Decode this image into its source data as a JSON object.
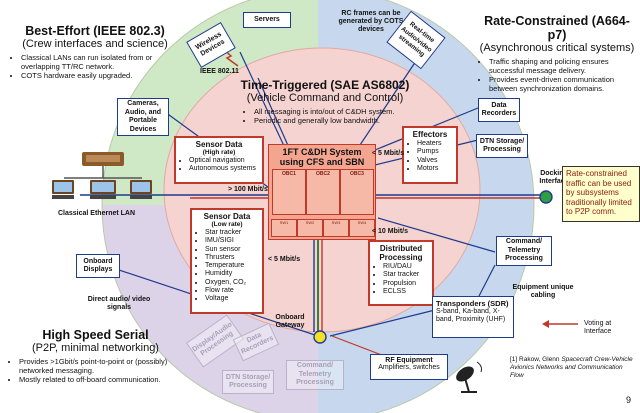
{
  "best_effort": {
    "title": "Best-Effort (IEEE 802.3)",
    "subtitle": "(Crew interfaces and science)",
    "bullets": [
      "Classical LANs can run isolated from or overlapping TT/RC network.",
      "COTS hardware easily upgraded."
    ]
  },
  "rate_constrained": {
    "title": "Rate-Constrained (A664-p7)",
    "subtitle": "(Asynchronous critical systems)",
    "bullets": [
      "Traffic shaping and policing ensures successful message delivery.",
      "Provides event-driven communication between synchronization domains."
    ]
  },
  "high_speed": {
    "title": "High Speed Serial",
    "subtitle": "(P2P, minimal networking)",
    "bullets": [
      "Provides >1Gbit/s point-to-point or (possibly) networked messaging.",
      "Mostly related to off-board communication."
    ]
  },
  "time_triggered": {
    "title": "Time-Triggered (SAE AS6802)",
    "subtitle": "(Vehicle Command and Control)",
    "bullets": [
      "All messaging is into/out of  C&DH system.",
      "Periodic and generally low bandwidth."
    ]
  },
  "top_notes": {
    "rc_frames": "RC frames can be generated by COTS devices",
    "ieee_80211": "IEEE 802.11"
  },
  "boxes": {
    "wireless": "Wireless Devices",
    "servers": "Servers",
    "realtime": "Real-time Audio/video streaming",
    "cameras": "Cameras, Audio, and Portable Devices",
    "data_recorders": "Data Recorders",
    "dtn_storage": "DTN Storage/ Processing",
    "cmd_telemetry": "Command/ Telemetry Processing",
    "onboard_displays": "Onboard Displays",
    "ghost_display": "Display/Audio Processing",
    "ghost_recorders": "Data Recorders",
    "ghost_dtn": "DTN Storage/ Processing",
    "ghost_cmd": "Command/ Telemetry Processing"
  },
  "classical_lan": "Classical Ethernet LAN",
  "sensor_high": {
    "title": "Sensor Data",
    "sub": "(High rate)",
    "items": [
      "Optical navigation",
      "Autonomous systems"
    ]
  },
  "sensor_low": {
    "title": "Sensor Data",
    "sub": "(Low rate)",
    "items": [
      "Star tracker",
      "IMU/SIGI",
      "Sun sensor",
      "Thrusters",
      "Temperature",
      "Humidity",
      "Oxygen, CO₂",
      "Flow rate",
      "Voltage"
    ]
  },
  "effectors": {
    "title": "Effectors",
    "items": [
      "Heaters",
      "Pumps",
      "Valves",
      "Motors"
    ]
  },
  "distributed": {
    "title": "Distributed Processing",
    "items": [
      "RIU/DAU",
      "Star tracker",
      "Propulsion",
      "ECLSS"
    ]
  },
  "cdh": {
    "title": "1FT C&DH System using CFS and SBN",
    "obcs": [
      "OBC1",
      "OBC2",
      "OBC3"
    ],
    "switches": [
      "SW1",
      "SW2",
      "SW3",
      "SW4"
    ]
  },
  "rates": {
    "r100": "> 100 Mbit/s",
    "r5top": "< 5 Mbit/s",
    "r10": "< 10 Mbit/s",
    "r5bottom": "< 5 Mbit/s"
  },
  "docking_interface": "Docking Interface",
  "rc_note": "Rate-constrained traffic can be used by subsystems traditionally limited to P2P comm.",
  "equipment_cabling": "Equipment unique cabling",
  "direct_audio": "Direct audio/ video signals",
  "onboard_gateway": "Onboard Gateway",
  "transponders": {
    "title": "Transponders (SDR)",
    "body": "S-band, Ka-band, X-band, Proximity (UHF)"
  },
  "rf_equipment": {
    "title": "RF Equipment",
    "body": "Amplifiers, switches"
  },
  "voting": "Voting at Interface",
  "reference": {
    "prefix": "[1] Rakow, Glenn ",
    "italic": "Spacecraft Crew-Vehicle Avionics Networks and Communication Flow"
  },
  "page_number": "9",
  "colors": {
    "green_zone": "#cfe8c6",
    "blue_zone": "#c7d8ee",
    "purple_zone": "#ddd3e8",
    "tt_zone": "#f4d3d0",
    "accent_red": "#c0392b",
    "accent_blue": "#1f3b8c"
  }
}
